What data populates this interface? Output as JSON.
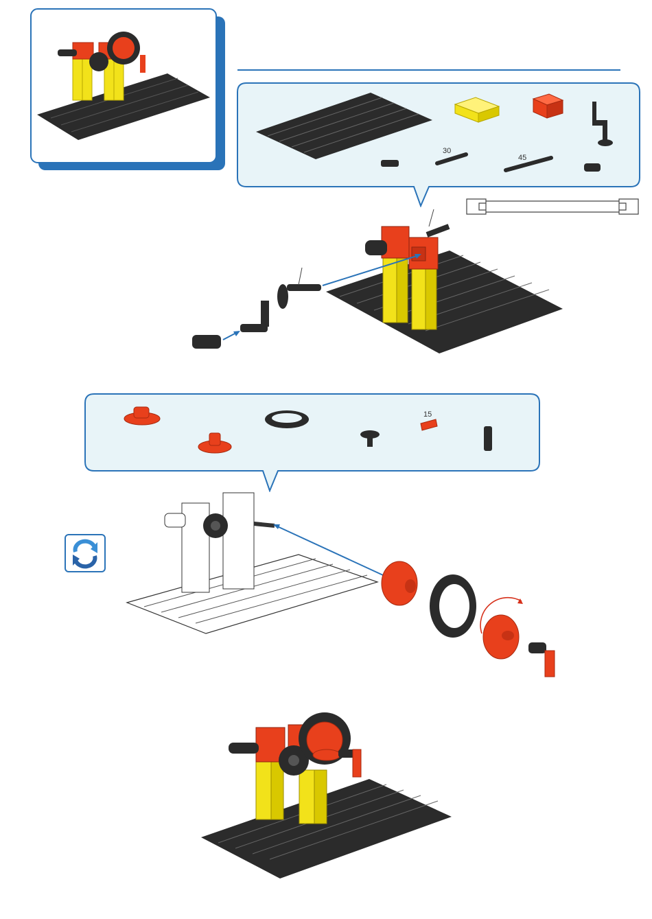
{
  "colors": {
    "accent_blue": "#2a73b8",
    "parts_panel_bg": "#e8f4f8",
    "black_part": "#2b2b2b",
    "yellow_part": "#f2e21a",
    "red_part": "#e8401c"
  },
  "parts_list_1": {
    "axle_30_label": "30",
    "axle_45_label": "45"
  },
  "parts_list_2": {
    "clip_axle_15_label": "15"
  },
  "icons": {
    "rotate": "rotate-arrows-icon"
  }
}
